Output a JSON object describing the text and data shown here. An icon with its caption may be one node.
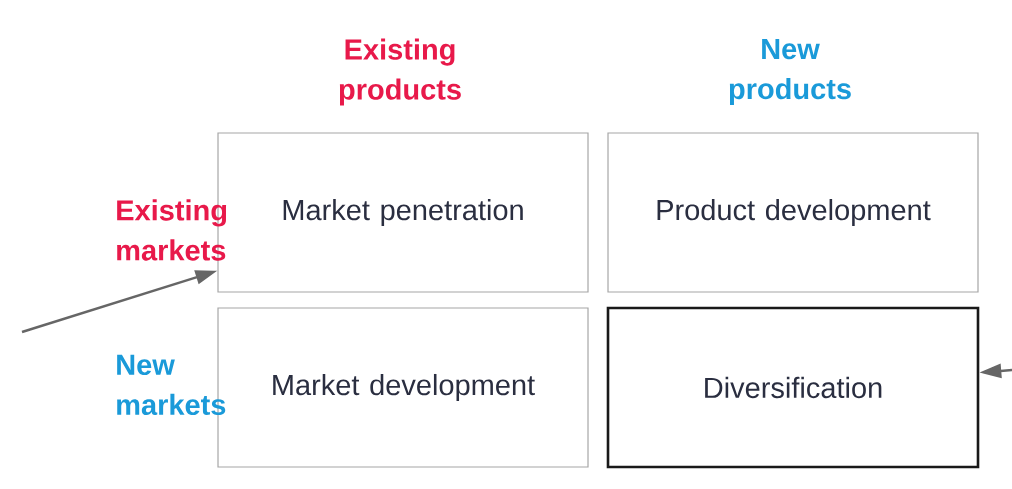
{
  "diagram": {
    "nodes": [
      {
        "text": [
          "Market penetration"
        ]
      },
      {
        "text": [
          "Product development"
        ]
      },
      {
        "text": [
          "Market development"
        ]
      },
      {
        "text": [
          "Diversification"
        ]
      }
    ],
    "edges": [
      {
        "from": null,
        "to": 0,
        "arrow": "to"
      },
      {
        "from": null,
        "to": 3,
        "arrow": "to"
      }
    ],
    "labels": [
      "Existing products",
      "New products",
      "Existing markets",
      "New markets"
    ]
  }
}
